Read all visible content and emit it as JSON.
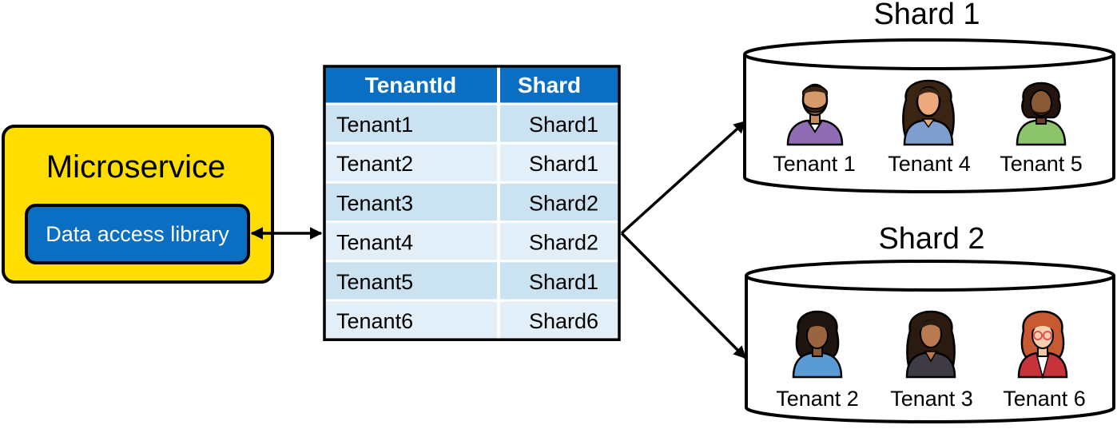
{
  "microservice": {
    "title": "Microservice",
    "library_label": "Data access library"
  },
  "table": {
    "headers": [
      "TenantId",
      "Shard"
    ],
    "rows": [
      [
        "Tenant1",
        "Shard1"
      ],
      [
        "Tenant2",
        "Shard1"
      ],
      [
        "Tenant3",
        "Shard2"
      ],
      [
        "Tenant4",
        "Shard2"
      ],
      [
        "Tenant5",
        "Shard1"
      ],
      [
        "Tenant6",
        "Shard6"
      ]
    ]
  },
  "shards": [
    {
      "title": "Shard 1",
      "tenants": [
        {
          "label": "Tenant 1",
          "avatar": "man-beard-purple-shirt"
        },
        {
          "label": "Tenant 4",
          "avatar": "woman-long-hair-blue-shirt"
        },
        {
          "label": "Tenant 5",
          "avatar": "man-curly-hair-green-shirt"
        }
      ]
    },
    {
      "title": "Shard 2",
      "tenants": [
        {
          "label": "Tenant 2",
          "avatar": "woman-dark-hair-blue-shirt"
        },
        {
          "label": "Tenant 3",
          "avatar": "woman-long-hair-dark-shirt"
        },
        {
          "label": "Tenant 6",
          "avatar": "woman-red-hair-red-shirt"
        }
      ]
    }
  ],
  "colors": {
    "microservice_fill": "#FFDD00",
    "library_fill": "#0A6EC2",
    "header_fill": "#0A6EC2",
    "row_dark": "#CBE2F1",
    "row_light": "#E3EFF8",
    "outline": "#000000"
  }
}
